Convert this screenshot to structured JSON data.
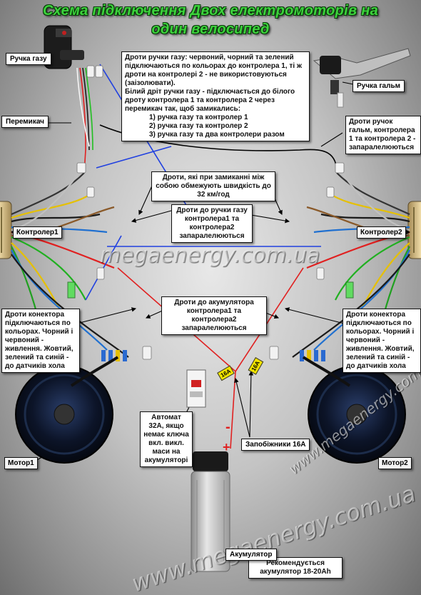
{
  "title": {
    "line1": "Схема підключення Двох електромоторів на",
    "line2": "один велосипед"
  },
  "labels": {
    "throttle": "Ручка газу",
    "brake": "Ручка гальм",
    "switch": "Перемикач",
    "controller1": "Контролер1",
    "controller2": "Контролер2",
    "motor1": "Мотор1",
    "motor2": "Мотор2",
    "battery": "Акумулятор",
    "fuses": "Запобіжники 16А",
    "fuse_value": "16A"
  },
  "notes": {
    "throttle_wires": {
      "p1": "Дроти ручки газу: червоний, чорний та зелений підключаються по кольорах до контролера 1, ті ж дроти на контролері 2 - не використовуються (заізолювати).",
      "p2": "Білий дріт ручки газу - підключається до білого дроту контролера 1 та контролера 2 через перемикач так, щоб замикались:",
      "items": [
        "1) ручка газу та контролер 1",
        "2) ручка газу та контролер 2",
        "3) ручка газу та два контролери разом"
      ]
    },
    "brake_wires": "Дроти ручок гальм, контролера 1 та контролера 2 - запаралелюються",
    "speed_limit": "Дроти, які при замиканні між собою обмежують швидкість до 32 км/год",
    "throttle_parallel": "Дроти до ручки газу контролера1 та контролера2 запаралелюються",
    "battery_parallel": "Дроти до акумулятора контролера1 та контролера2 запаралелюються",
    "connector_left": "Дроти конектора підключаються по кольорах. Чорний і червоний - живлення. Жовтий, зелений та синій - до датчиків хола",
    "connector_right": "Дроти конектора підключаються по кольорах. Чорний і червоний - живлення. Жовтий, зелений та синій - до датчиків хола",
    "breaker": "Автомат 32А, якщо немає ключа вкл. викл. маси на акумуляторі",
    "recommended": "Рекомендується акумулятор 18-20Ah"
  },
  "watermarks": {
    "center": "megaenergy.com.ua",
    "right": "www.megaenergy.com.ua",
    "bottom": "www.megaenergy.com.ua"
  },
  "colors": {
    "title_green": "#3cd23c",
    "wire_red": "#e02020",
    "wire_blue": "#2040e0",
    "wire_green": "#20c020",
    "wire_yellow": "#e0d000",
    "fuse_yellow": "#f2e400"
  }
}
